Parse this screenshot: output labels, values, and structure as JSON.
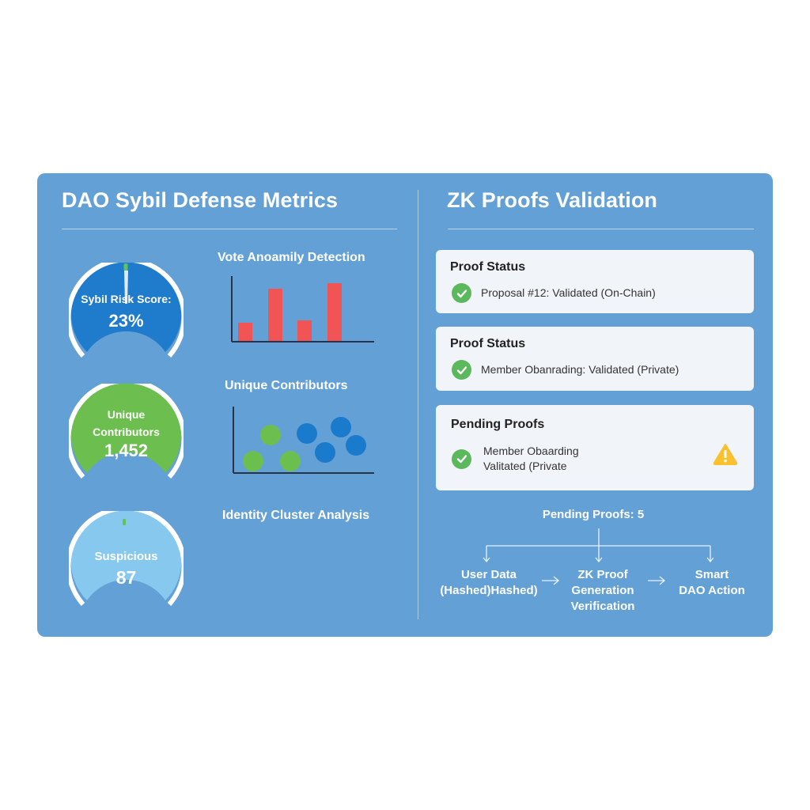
{
  "left": {
    "title": "DAO Sybil Defense Metrics",
    "gauges": [
      {
        "label": "Sybil Risk Score:",
        "value": "23%",
        "fill": "#1f7ccc"
      },
      {
        "label_line1": "Unique",
        "label_line2": "Contributors",
        "value": "1,452",
        "fill": "#6cbf4f"
      },
      {
        "label": "Suspicious",
        "value": "87",
        "fill": "#87c8ee"
      }
    ],
    "charts": [
      {
        "title": "Vote Anoamily Detection"
      },
      {
        "title": "Unique Contributors"
      },
      {
        "title": "Identity Cluster Analysis"
      }
    ]
  },
  "right": {
    "title": "ZK Proofs Validation",
    "cards": [
      {
        "title": "Proof Status",
        "item": "Proposal #12: Validated (On-Chain)",
        "icon": "check-circle-icon"
      },
      {
        "title": "Proof Status",
        "item": "Member Obanrading: Validated (Private)",
        "icon": "check-circle-icon"
      },
      {
        "title": "Pending Proofs",
        "item_line1": "Member Obaarding",
        "item_line2": "Valitated (Private",
        "icon": "check-circle-icon",
        "alert_icon": "warning-triangle-icon"
      }
    ],
    "flow": {
      "header": "Pending Proofs: 5",
      "steps": [
        {
          "line1": "User Data",
          "line2": "(Hashed)Hashed)"
        },
        {
          "line1": "ZK Proof",
          "line2": "Generation",
          "line3": "Verification"
        },
        {
          "line1": "Smart",
          "line2": "DAO Action"
        }
      ]
    }
  },
  "colors": {
    "panel": "#63a0d6",
    "bar": "#f05454",
    "dot_green": "#6cbf4f",
    "dot_blue": "#1a7acb",
    "check": "#5cb85c",
    "warning": "#fbc02d"
  },
  "chart_data": [
    {
      "type": "bar",
      "title": "Vote Anoamily Detection",
      "categories": [
        "1",
        "2",
        "3",
        "4"
      ],
      "values": [
        22,
        65,
        25,
        72
      ],
      "xlabel": "",
      "ylabel": "",
      "ylim": [
        0,
        80
      ]
    },
    {
      "type": "scatter",
      "title": "Unique Contributors",
      "series": [
        {
          "name": "green",
          "points": [
            [
              1,
              1
            ],
            [
              2,
              3
            ],
            [
              3,
              1
            ]
          ]
        },
        {
          "name": "blue",
          "points": [
            [
              4,
              3.2
            ],
            [
              5,
              1.8
            ],
            [
              6,
              3.8
            ],
            [
              7,
              2.8
            ]
          ]
        }
      ],
      "xlabel": "",
      "ylabel": ""
    }
  ]
}
